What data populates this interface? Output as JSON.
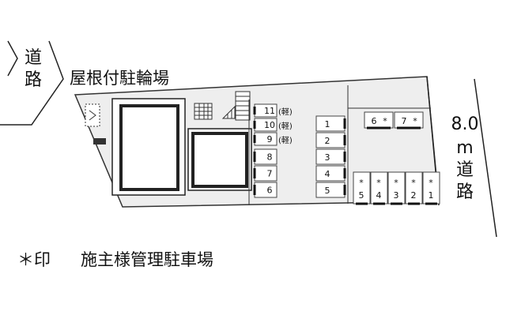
{
  "road_left": {
    "label_1": "道",
    "label_2": "路"
  },
  "bicycle": {
    "label": "屋根付駐輪場"
  },
  "road_right": {
    "width_label": "8.0",
    "unit_label": "m",
    "label_1": "道",
    "label_2": "路"
  },
  "kei_label": "(軽)",
  "left_column_slots": [
    "11",
    "10",
    "9",
    "8",
    "7",
    "6"
  ],
  "middle_column_slots": [
    "1",
    "2",
    "3",
    "4",
    "5"
  ],
  "top_right_slots": [
    {
      "num": "6",
      "mark": "*"
    },
    {
      "num": "7",
      "mark": "*"
    }
  ],
  "bottom_right_slots": [
    {
      "mark": "*",
      "num": "5"
    },
    {
      "mark": "*",
      "num": "4"
    },
    {
      "mark": "*",
      "num": "3"
    },
    {
      "mark": "*",
      "num": "2"
    },
    {
      "mark": "*",
      "num": "1"
    }
  ],
  "legend": {
    "symbol": "＊印",
    "text": "施主様管理駐車場"
  }
}
